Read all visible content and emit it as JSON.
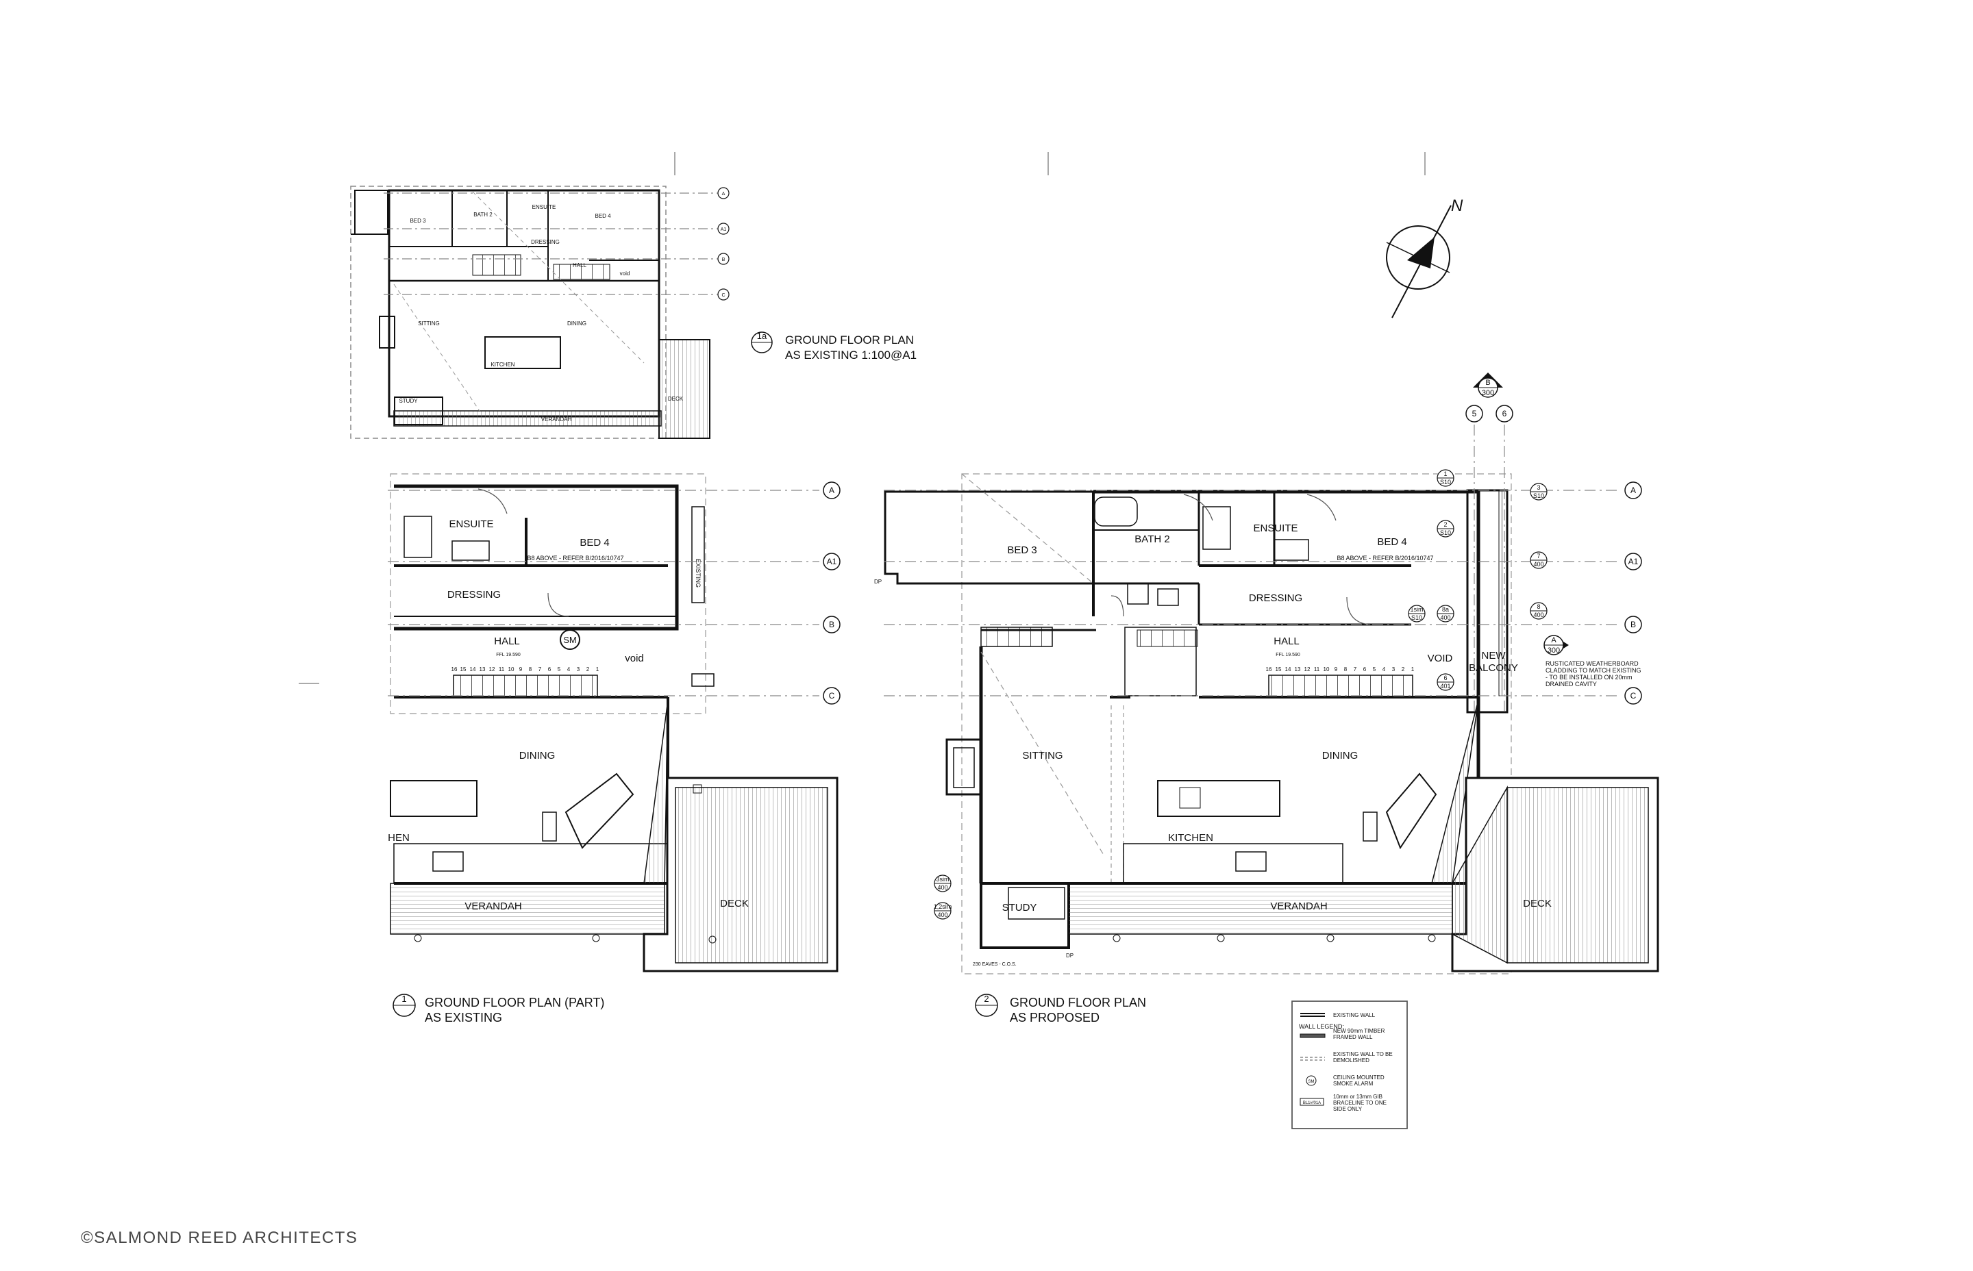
{
  "copyright": "©SALMOND REED ARCHITECTS",
  "north_label": "N",
  "drawing_1a": {
    "number": "1a",
    "title_line1": "GROUND FLOOR PLAN",
    "title_line2": "AS EXISTING  1:100@A1"
  },
  "drawing_1": {
    "number": "1",
    "title_line1": "GROUND FLOOR PLAN (PART)",
    "title_line2": "AS EXISTING"
  },
  "drawing_2": {
    "number": "2",
    "title_line1": "GROUND FLOOR PLAN",
    "title_line2": "AS PROPOSED"
  },
  "grid_labels": [
    "A",
    "A1",
    "B",
    "C"
  ],
  "grid_labels_vertical": [
    "5",
    "6"
  ],
  "section_markers": {
    "b": {
      "letter": "B",
      "ref": "300"
    },
    "a": {
      "letter": "A",
      "ref": "300"
    }
  },
  "rooms_existing": {
    "ensuite": "ENSUITE",
    "bed4": "BED 4",
    "dressing": "DRESSING",
    "hall": "HALL",
    "void": "void",
    "sm": "SM",
    "dining": "DINING",
    "kitchen": "HEN",
    "verandah": "VERANDAH",
    "deck": "DECK",
    "bb_note": "B8 ABOVE - REFER B/2016/10747"
  },
  "rooms_proposed": {
    "bed3": "BED 3",
    "bath2": "BATH 2",
    "ensuite": "ENSUITE",
    "bed4": "BED 4",
    "dressing": "DRESSING",
    "hall": "HALL",
    "void": "VOID",
    "new_balcony_1": "NEW",
    "new_balcony_2": "BALCONY",
    "sitting": "SITTING",
    "dining": "DINING",
    "kitchen": "KITCHEN",
    "study": "STUDY",
    "verandah": "VERANDAH",
    "deck": "DECK",
    "bb_note": "B8 ABOVE - REFER B/2016/10747"
  },
  "rooms_small": {
    "bed3": "BED 3",
    "bath2": "BATH 2",
    "ensuite": "ENSUITE",
    "bed4": "BED 4",
    "dressing": "DRESSING",
    "hall": "HALL",
    "void": "void",
    "sitting": "SITTING",
    "dining": "DINING",
    "kitchen": "KITCHEN",
    "study": "STUDY",
    "verandah": "VERANDAH",
    "deck": "DECK"
  },
  "detail_tags": [
    {
      "top": "1",
      "bottom": "S10"
    },
    {
      "top": "2",
      "bottom": "S10"
    },
    {
      "top": "1sim",
      "bottom": "S10"
    },
    {
      "top": "8a",
      "bottom": "400"
    },
    {
      "top": "3",
      "bottom": "S10"
    },
    {
      "top": "7",
      "bottom": "400"
    },
    {
      "top": "8",
      "bottom": "400"
    },
    {
      "top": "6",
      "bottom": "401"
    },
    {
      "top": "3sim",
      "bottom": "400"
    },
    {
      "top": "1,2sim",
      "bottom": "400"
    }
  ],
  "annotations": {
    "weatherboard_1": "RUSTICATED WEATHERBOARD",
    "weatherboard_2": "CLADDING TO MATCH EXISTING",
    "weatherboard_3": "- TO BE INSTALLED ON 20mm",
    "weatherboard_4": "DRAINED CAVITY",
    "eaves_note": "230 EAVES - C.O.S.",
    "dp1": "DP",
    "dp2": "DP",
    "ffl": "FFL 19.590",
    "existing_label": "EXISTING"
  },
  "wall_legend": {
    "title": "WALL LEGEND:",
    "items": [
      {
        "icon": "double-line",
        "text1": "EXISTING WALL",
        "text2": ""
      },
      {
        "icon": "hatched-line",
        "text1": "NEW 90mm TIMBER",
        "text2": "FRAMED WALL"
      },
      {
        "icon": "dashed-line",
        "text1": "EXISTING WALL TO BE",
        "text2": "DEMOLISHED"
      },
      {
        "icon": "sm-circle",
        "text1": "CEILING MOUNTED",
        "text2": "SMOKE ALARM"
      },
      {
        "icon": "bl-tag",
        "text1": "10mm or 13mm GIB",
        "text2": "BRACELINE TO ONE",
        "text3": "SIDE ONLY"
      }
    ],
    "sm_symbol": "SM",
    "bl_symbol": "BL1#/01A"
  }
}
